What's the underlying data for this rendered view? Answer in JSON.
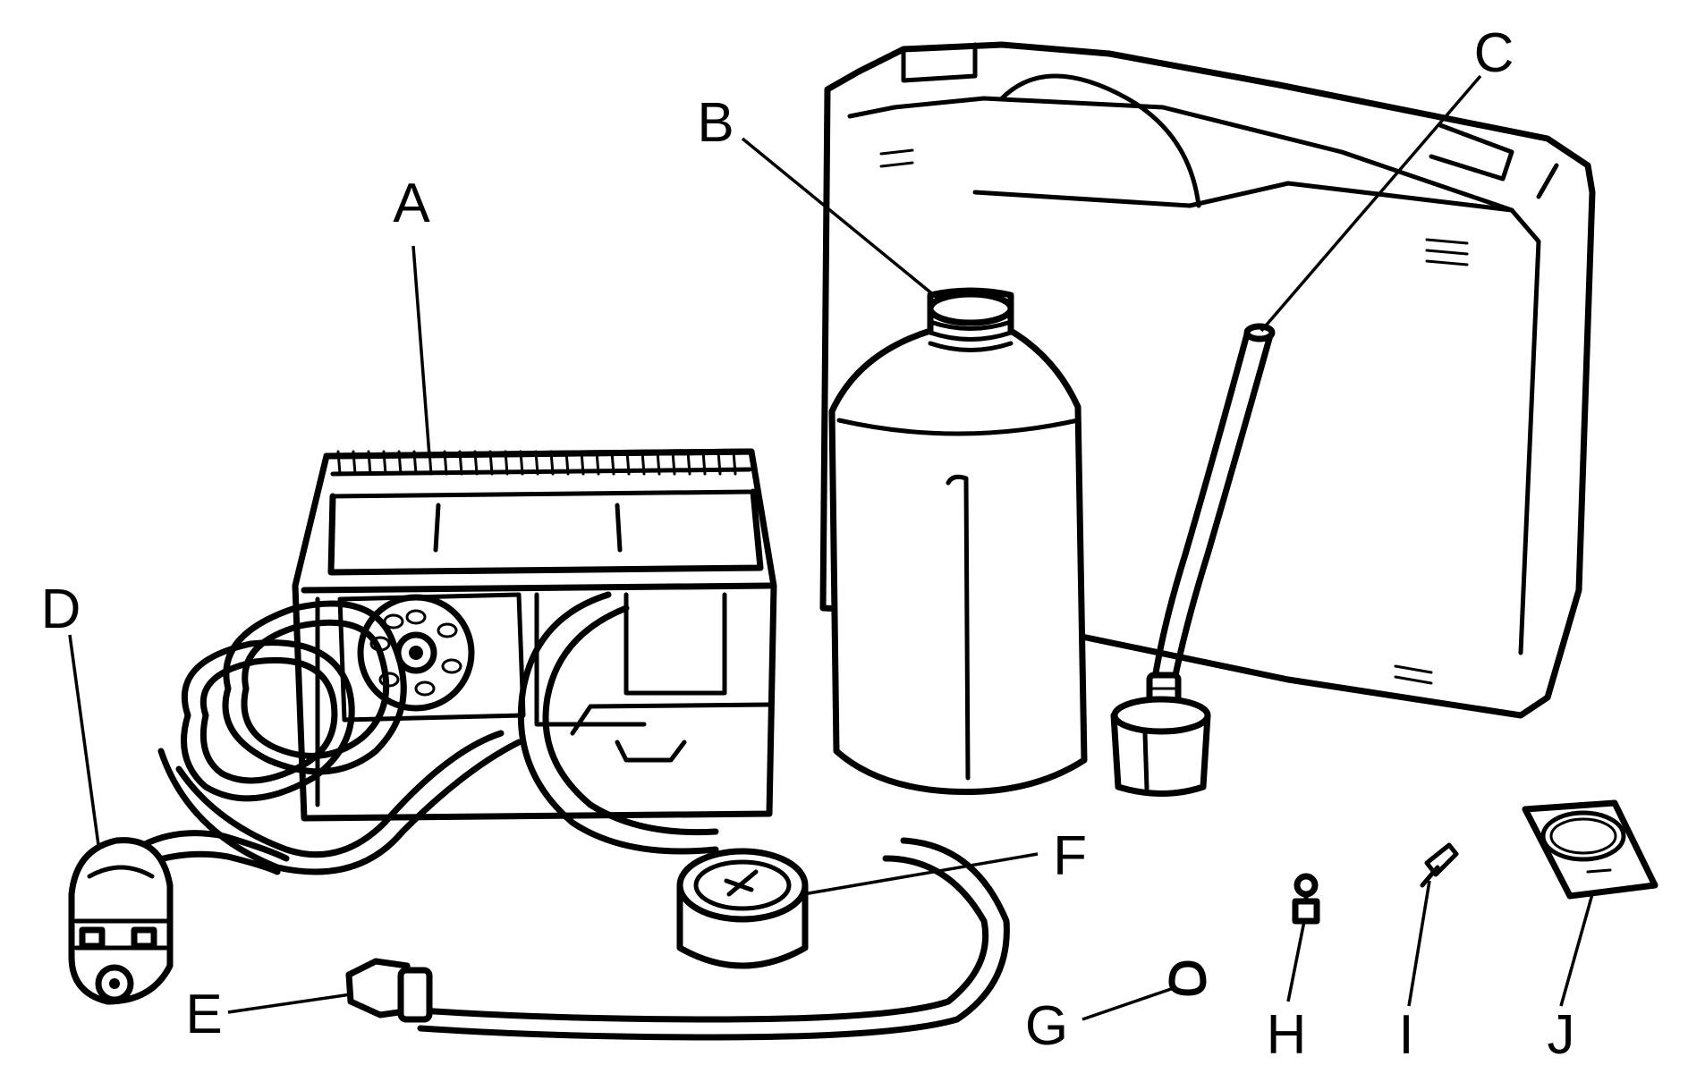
{
  "callouts": {
    "A": "A",
    "B": "B",
    "C": "C",
    "D": "D",
    "E": "E",
    "F": "F",
    "G": "G",
    "H": "H",
    "I": "I",
    "J": "J"
  },
  "colors": {
    "line": "#000000",
    "background": "#ffffff"
  }
}
